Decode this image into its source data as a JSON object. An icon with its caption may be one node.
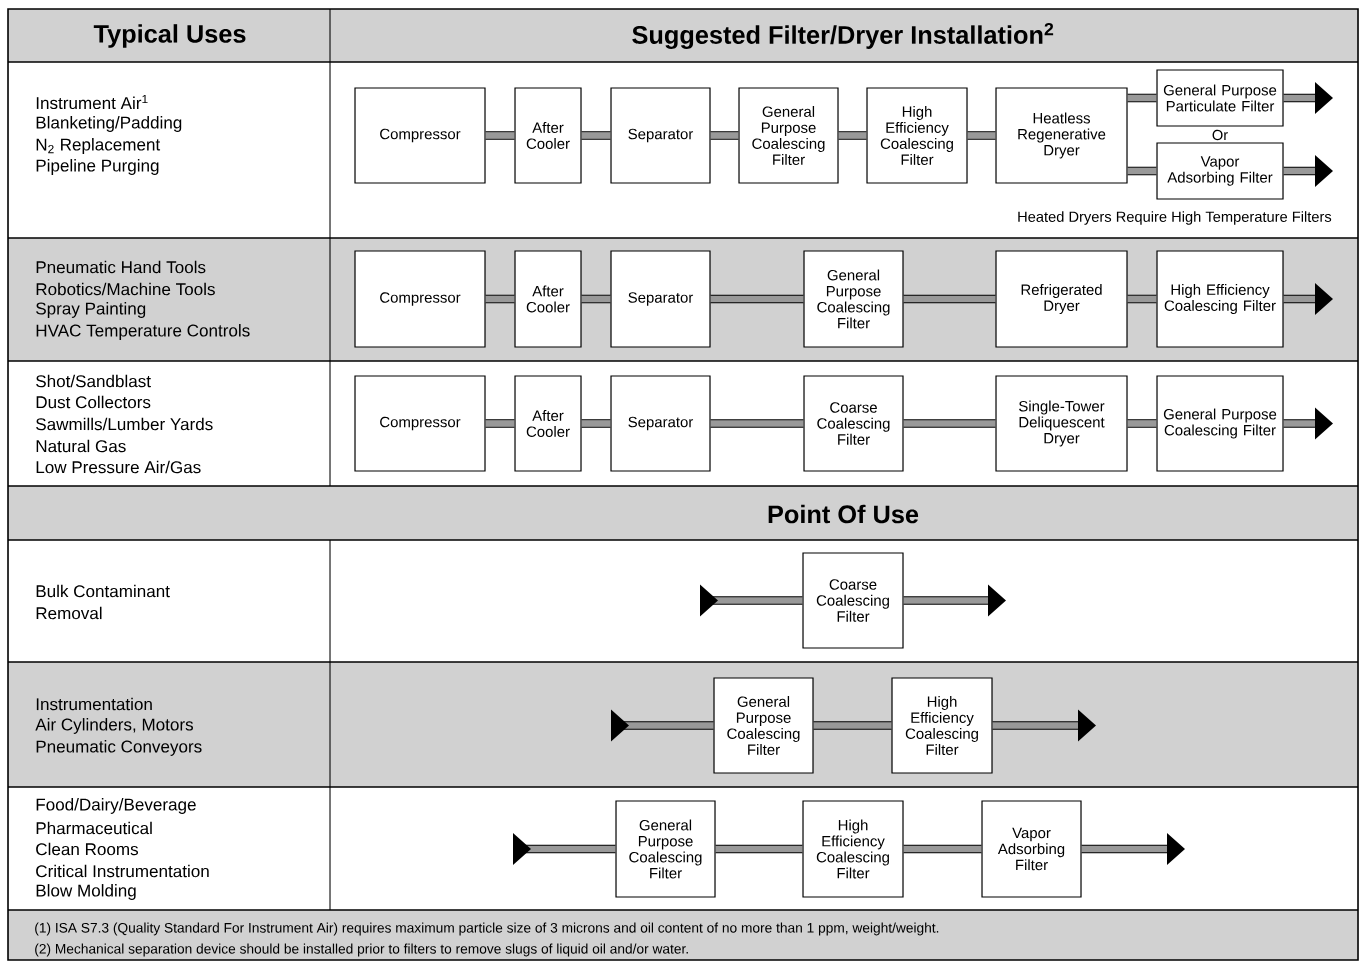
{
  "diagram": {
    "nodes": [
      {
        "text": [
          "Compressor"
        ]
      },
      {
        "text": [
          "After Cooler"
        ]
      },
      {
        "text": [
          "Separator"
        ]
      },
      {
        "text": [
          "General Purpose Coalescing Filter"
        ]
      },
      {
        "text": [
          "High Efficiency Coalescing Filter"
        ]
      },
      {
        "text": [
          "Heatless Regenerative Dryer"
        ]
      },
      {
        "text": [
          "General Purpose Particulate Filter"
        ]
      },
      {
        "text": [
          "Vapor Adsorbing Filter"
        ]
      },
      {
        "text": [
          "Compressor"
        ]
      },
      {
        "text": [
          "After Cooler"
        ]
      },
      {
        "text": [
          "Separator"
        ]
      },
      {
        "text": [
          "General Purpose Coalescing Filter"
        ]
      },
      {
        "text": [
          "Refrigerated Dryer"
        ]
      },
      {
        "text": [
          "High Efficiency Coalescing Filter"
        ]
      },
      {
        "text": [
          "Compressor"
        ]
      },
      {
        "text": [
          "After Cooler"
        ]
      },
      {
        "text": [
          "Separator"
        ]
      },
      {
        "text": [
          "Coarse Coalescing Filter"
        ]
      },
      {
        "text": [
          "Single-Tower Deliquescent Dryer"
        ]
      },
      {
        "text": [
          "General Purpose Coalescing Filter"
        ]
      },
      {
        "text": [
          "Coarse Coalescing Filter"
        ]
      },
      {
        "text": [
          "General Purpose Coalescing Filter"
        ]
      },
      {
        "text": [
          "High Efficiency Coalescing Filter"
        ]
      },
      {
        "text": [
          "General Purpose Coalescing Filter"
        ]
      },
      {
        "text": [
          "High Efficiency Coalescing Filter"
        ]
      },
      {
        "text": [
          "Vapor Adsorbing Filter"
        ]
      }
    ],
    "edges": [
      {
        "from": 0,
        "to": 1,
        "arrow": "none"
      },
      {
        "from": 1,
        "to": 2,
        "arrow": "none"
      },
      {
        "from": 2,
        "to": 3,
        "arrow": "none"
      },
      {
        "from": 3,
        "to": 4,
        "arrow": "none"
      },
      {
        "from": 4,
        "to": 5,
        "arrow": "none"
      },
      {
        "from": 5,
        "to": 6,
        "arrow": "none"
      },
      {
        "from": 5,
        "to": 7,
        "arrow": "none"
      },
      {
        "from": 6,
        "to": null,
        "arrow": "to"
      },
      {
        "from": 7,
        "to": null,
        "arrow": "to"
      },
      {
        "from": 8,
        "to": 9,
        "arrow": "none"
      },
      {
        "from": 9,
        "to": 10,
        "arrow": "none"
      },
      {
        "from": 10,
        "to": 11,
        "arrow": "none"
      },
      {
        "from": 11,
        "to": 12,
        "arrow": "none"
      },
      {
        "from": 12,
        "to": 13,
        "arrow": "none"
      },
      {
        "from": 13,
        "to": null,
        "arrow": "to"
      },
      {
        "from": 14,
        "to": 15,
        "arrow": "none"
      },
      {
        "from": 15,
        "to": 16,
        "arrow": "none"
      },
      {
        "from": 16,
        "to": 17,
        "arrow": "none"
      },
      {
        "from": 17,
        "to": 18,
        "arrow": "none"
      },
      {
        "from": 18,
        "to": 19,
        "arrow": "none"
      },
      {
        "from": 19,
        "to": null,
        "arrow": "to"
      },
      {
        "from": null,
        "to": 20,
        "arrow": "to"
      },
      {
        "from": 20,
        "to": null,
        "arrow": "to"
      },
      {
        "from": null,
        "to": 21,
        "arrow": "to"
      },
      {
        "from": 21,
        "to": 22,
        "arrow": "none"
      },
      {
        "from": 22,
        "to": null,
        "arrow": "to"
      },
      {
        "from": null,
        "to": 23,
        "arrow": "to"
      },
      {
        "from": 23,
        "to": 24,
        "arrow": "none"
      },
      {
        "from": 24,
        "to": 25,
        "arrow": "none"
      },
      {
        "from": 25,
        "to": null,
        "arrow": "to"
      }
    ],
    "labels": [
      "Typical Uses",
      "Suggested Filter/Dryer Installation$^{2}$",
      "Instrument Air$^{1}$",
      "Blanketing/Padding",
      "N$_{2}$ Replacement",
      "Pipeline Purging",
      "Or",
      "Heated Dryers Require High Temperature Filters",
      "Pneumatic Hand Tools",
      "Robotics/Machine Tools",
      "Spray Painting",
      "HVAC Temperature Controls",
      "Shot/Sandblast",
      "Dust Collectors",
      "Sawmills/Lumber Yards",
      "Natural Gas",
      "Low Pressure Air/Gas",
      "Point Of Use",
      "Bulk Contaminant",
      "Removal",
      "Instrumentation",
      "Air Cylinders, Motors",
      "Pneumatic Conveyors",
      "Food/Dairy/Beverage",
      "Pharmaceutical",
      "Clean Rooms",
      "Critical Instrumentation",
      "Blow Molding",
      "(1) ISA S7.3 (Quality Standard For Instrument Air) requires maximum particle size of 3 microns and oil content of no more than 1 ppm, weight/weight.",
      "(2) Mechanical separation device should be installed prior to filters to remove slugs of liquid oil and/or water."
    ]
  }
}
